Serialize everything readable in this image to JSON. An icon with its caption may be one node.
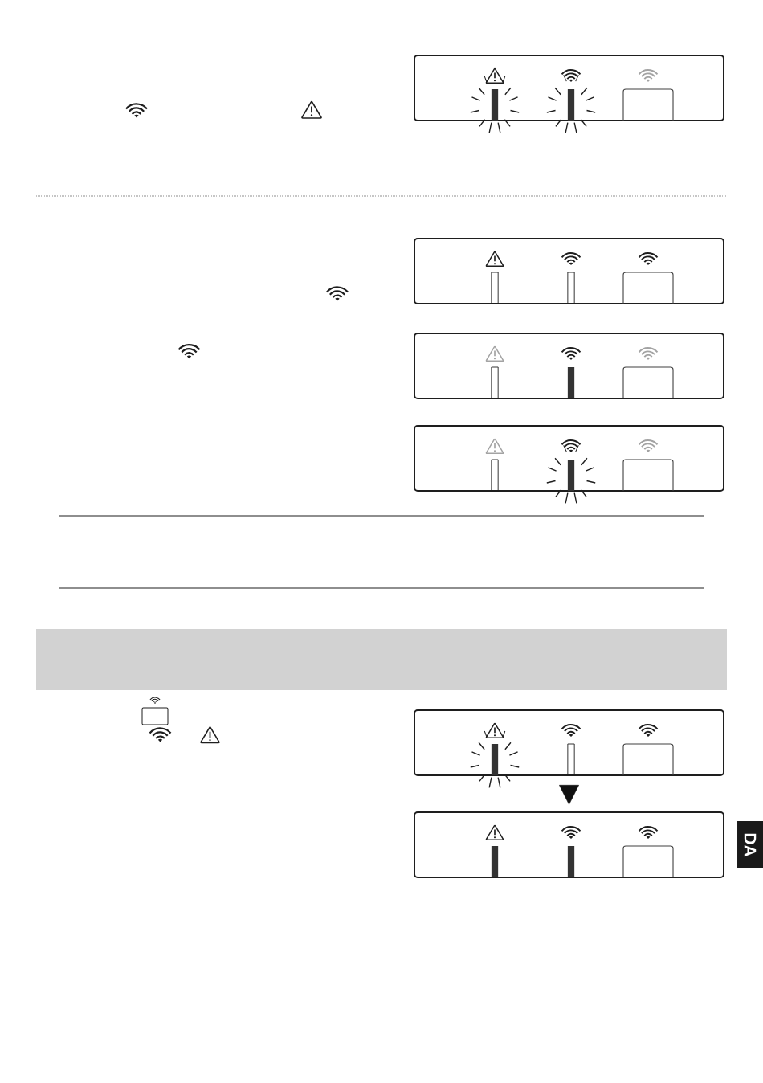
{
  "diagram": {
    "nodes": [
      {
        "text": [],
        "shape": "box"
      },
      {
        "text": [],
        "shape": "box"
      },
      {
        "text": [],
        "shape": "box"
      },
      {
        "text": [],
        "shape": "box"
      },
      {
        "text": [],
        "shape": "band"
      },
      {
        "text": [],
        "shape": "box"
      },
      {
        "text": [],
        "shape": "box"
      },
      {
        "text": [
          "DA"
        ]
      }
    ],
    "edges": [
      {
        "from": 5,
        "to": 6,
        "arrow": "to"
      }
    ]
  }
}
